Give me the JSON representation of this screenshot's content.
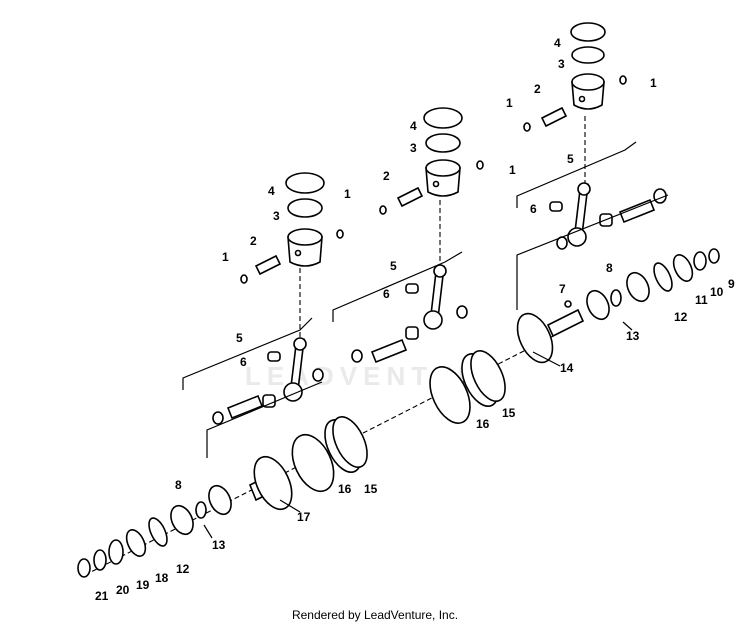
{
  "watermark": "LEADVENTURE",
  "footer_text": "Rendered by LeadVenture, Inc.",
  "callouts": {
    "c1a": "1",
    "c1b": "1",
    "c1c": "1",
    "c1d": "1",
    "c1e": "1",
    "c1f": "1",
    "c2a": "2",
    "c2b": "2",
    "c2c": "2",
    "c3a": "3",
    "c3b": "3",
    "c3c": "3",
    "c4a": "4",
    "c4b": "4",
    "c4c": "4",
    "c5a": "5",
    "c5b": "5",
    "c5c": "5",
    "c6a": "6",
    "c6b": "6",
    "c6c": "6",
    "c7": "7",
    "c8a": "8",
    "c8b": "8",
    "c9": "9",
    "c10": "10",
    "c11": "11",
    "c12a": "12",
    "c12b": "12",
    "c13a": "13",
    "c13b": "13",
    "c14": "14",
    "c15a": "15",
    "c15b": "15",
    "c16a": "16",
    "c16b": "16",
    "c17": "17",
    "c18": "18",
    "c19": "19",
    "c20": "20",
    "c21": "21"
  }
}
